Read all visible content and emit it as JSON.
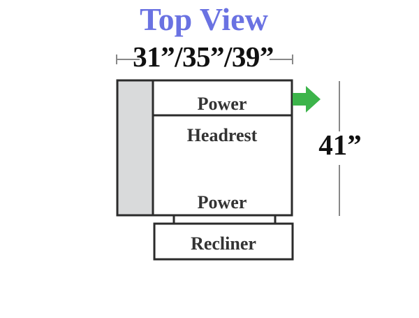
{
  "title": "Top View",
  "width_label": "31”/35”/39”",
  "height_label": "41”",
  "parts": {
    "power_top": "Power",
    "headrest": "Headrest",
    "power_bottom": "Power",
    "recliner": "Recliner"
  },
  "colors": {
    "title": "#6a72e2",
    "outline": "#2b2b2b",
    "armrest_fill": "#d9dadb",
    "arrow": "#3cb44a",
    "dimension_line": "#888888"
  },
  "icons": {
    "direction_arrow": "arrow-right-icon"
  }
}
